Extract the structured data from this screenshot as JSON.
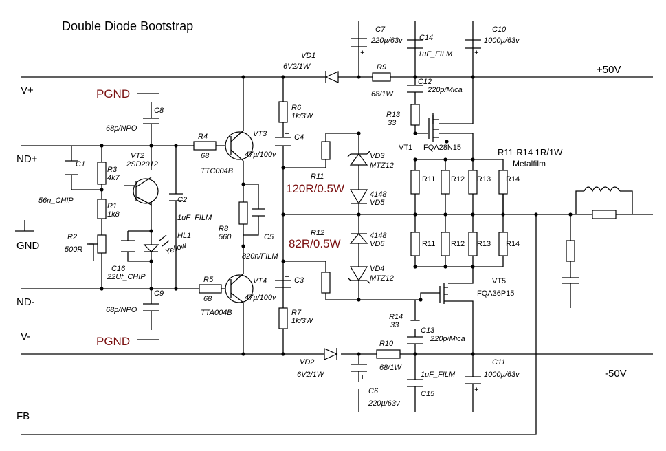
{
  "title": "Double Diode Bootstrap",
  "rails": {
    "vplus_left": "V+",
    "vplus_right": "+50V",
    "vminus_left": "V-",
    "vminus_right": "-50V"
  },
  "inputs": {
    "ndplus": "ND+",
    "ndminus": "ND-",
    "gnd": "GND",
    "fb": "FB"
  },
  "pgnd": {
    "top": "PGND",
    "bottom": "PGND"
  },
  "labels": {
    "c1": "C1",
    "c1v": "56n_CHIP",
    "r3": "R3",
    "r3v": "4k7",
    "r1": "R1",
    "r1v": "1k8",
    "r2": "R2",
    "r2v": "500R",
    "c16": "C16",
    "c16v": "22Uf_CHIP",
    "c8": "C8",
    "c8v": "68p/NPO",
    "c9": "C9",
    "c9v": "68p/NPO",
    "vt2": "VT2",
    "vt2v": "2SD2012",
    "c2": "C2",
    "c2v": "1uF_FILM",
    "hl1": "HL1",
    "hl1v": "Yellow",
    "r4": "R4",
    "r4v": "68",
    "r5": "R5",
    "r5v": "68",
    "vt3": "VT3",
    "vt3v": "TTC004B",
    "vt4": "VT4",
    "vt4v": "TTA004B",
    "r8": "R8",
    "r8v": "560",
    "c5": "C5",
    "c5v": "820n/FILM",
    "r6": "R6",
    "r6v": "1k/3W",
    "r7": "R7",
    "r7v": "1k/3W",
    "c4": "C4",
    "c4v": "47µ/100v",
    "c3": "C3",
    "c3v": "47µ/100v",
    "r11b": "R11",
    "r11bv": "120R/0.5W",
    "r12b": "R12",
    "r12bv": "82R/0.5W",
    "vd1": "VD1",
    "vd1v": "6V2/1W",
    "vd2": "VD2",
    "vd2v": "6V2/1W",
    "vd3": "VD3",
    "vd3v": "MTZ12",
    "vd4": "VD4",
    "vd4v": "MTZ12",
    "vd5": "VD5",
    "vd5v": "4148",
    "vd6": "VD6",
    "vd6v": "4148",
    "c7": "C7",
    "c7v": "220µ/63v",
    "c6": "C6",
    "c6v": "220µ/63v",
    "c14": "C14",
    "c14v": "1uF_FILM",
    "c15": "C15",
    "c15v": "1uF_FILM",
    "c10": "C10",
    "c10v": "1000µ/63v",
    "c11": "C11",
    "c11v": "1000µ/63v",
    "r9": "R9",
    "r9v": "68/1W",
    "r10": "R10",
    "r10v": "68/1W",
    "c12": "C12",
    "c12v": "220p/Mica",
    "c13": "C13",
    "c13v": "220p/Mica",
    "r13": "R13",
    "r13v": "33",
    "r14": "R14",
    "r14v": "33",
    "vt1": "VT1",
    "vt1v": "FQA28N15",
    "vt5": "VT5",
    "vt5v": "FQA36P15",
    "bank": "R11-R14 1R/1W",
    "bank2": "Metalfilm",
    "ra": "R11",
    "rb": "R12",
    "rc": "R13",
    "rd": "R14"
  }
}
